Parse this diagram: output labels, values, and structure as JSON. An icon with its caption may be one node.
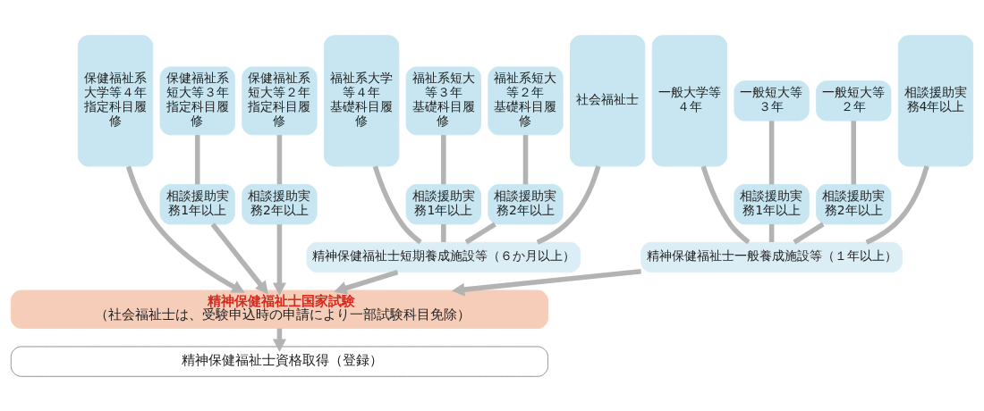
{
  "diagram": {
    "nodes": [
      {
        "text": [
          "保健福祉系大学等４年",
          "指定科目履修"
        ]
      },
      {
        "text": [
          "保健福祉系短大等３年",
          "指定科目履修"
        ]
      },
      {
        "text": [
          "相談援助実務1年以上"
        ]
      },
      {
        "text": [
          "保健福祉系短大等２年",
          "指定科目履修"
        ]
      },
      {
        "text": [
          "相談援助実務2年以上"
        ]
      },
      {
        "text": [
          "福祉系大学等４年",
          "基礎科目履修"
        ]
      },
      {
        "text": [
          "福祉系短大等３年",
          "基礎科目履修"
        ]
      },
      {
        "text": [
          "相談援助実務1年以上"
        ]
      },
      {
        "text": [
          "福祉系短大等２年",
          "基礎科目履修"
        ]
      },
      {
        "text": [
          "相談援助実務2年以上"
        ]
      },
      {
        "text": [
          "社会福祉士"
        ]
      },
      {
        "text": [
          "一般大学等４年"
        ]
      },
      {
        "text": [
          "一般短大等３年"
        ]
      },
      {
        "text": [
          "相談援助実務1年以上"
        ]
      },
      {
        "text": [
          "一般短大等２年"
        ]
      },
      {
        "text": [
          "相談援助実務2年以上"
        ]
      },
      {
        "text": [
          "相談援助実務4年以上"
        ]
      },
      {
        "text": [
          "精神保健福祉士短期養成施設等（６か月以上）"
        ]
      },
      {
        "text": [
          "精神保健福祉士一般養成施設等（１年以上）"
        ]
      },
      {
        "text": [
          "精神保健福祉士国家試験",
          "（社会福祉士は、受験申込時の申請により一部試験科目免除）"
        ]
      },
      {
        "text": [
          "精神保健福祉士資格取得（登録）"
        ]
      }
    ],
    "edges": [
      {
        "from": 0,
        "to": 19,
        "arrow": "to"
      },
      {
        "from": 1,
        "to": 2,
        "arrow": "none"
      },
      {
        "from": 2,
        "to": 19,
        "arrow": "to"
      },
      {
        "from": 3,
        "to": 4,
        "arrow": "none"
      },
      {
        "from": 4,
        "to": 19,
        "arrow": "to"
      },
      {
        "from": 5,
        "to": 17,
        "arrow": "none"
      },
      {
        "from": 6,
        "to": 7,
        "arrow": "none"
      },
      {
        "from": 7,
        "to": 17,
        "arrow": "none"
      },
      {
        "from": 8,
        "to": 9,
        "arrow": "none"
      },
      {
        "from": 9,
        "to": 17,
        "arrow": "none"
      },
      {
        "from": 10,
        "to": 17,
        "arrow": "none"
      },
      {
        "from": 11,
        "to": 18,
        "arrow": "none"
      },
      {
        "from": 12,
        "to": 13,
        "arrow": "none"
      },
      {
        "from": 13,
        "to": 18,
        "arrow": "none"
      },
      {
        "from": 14,
        "to": 15,
        "arrow": "none"
      },
      {
        "from": 15,
        "to": 18,
        "arrow": "none"
      },
      {
        "from": 16,
        "to": 18,
        "arrow": "none"
      },
      {
        "from": 17,
        "to": 19,
        "arrow": "to"
      },
      {
        "from": 18,
        "to": 19,
        "arrow": "to"
      },
      {
        "from": 19,
        "to": 20,
        "arrow": "to"
      }
    ]
  }
}
